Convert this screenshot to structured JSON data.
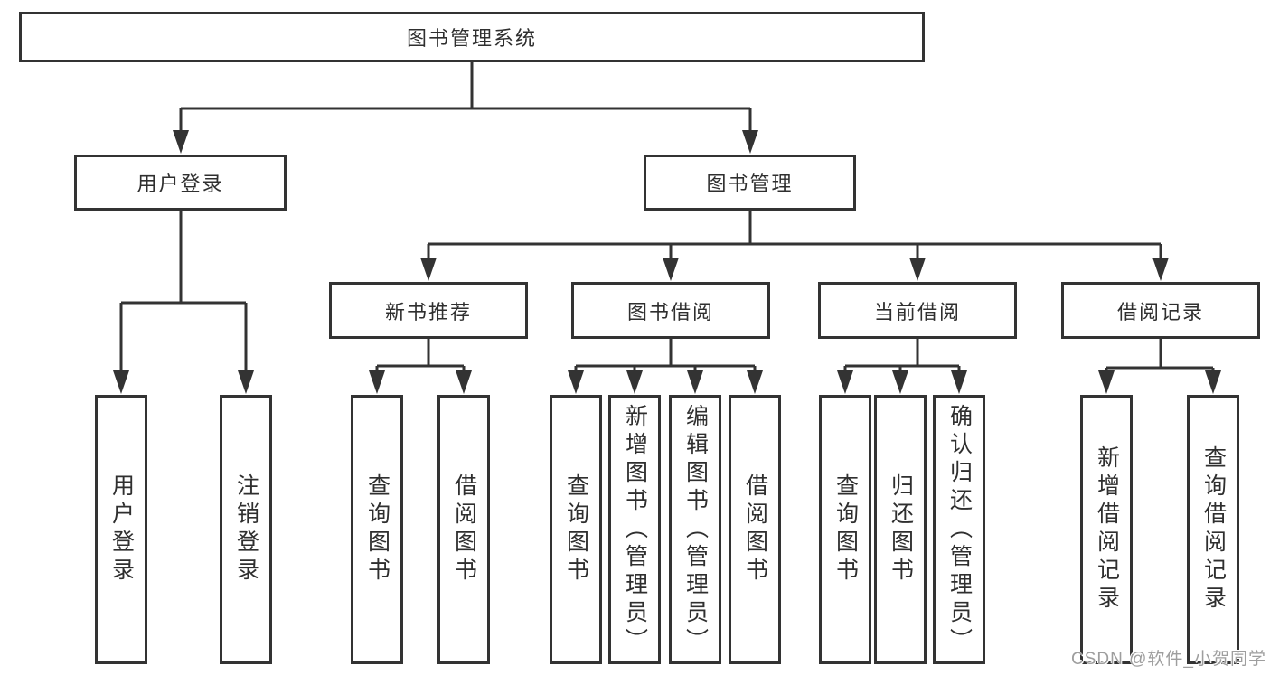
{
  "tree": {
    "label": "图书管理系统",
    "children": [
      {
        "label": "用户登录",
        "children": [
          {
            "label": "用户登录"
          },
          {
            "label": "注销登录"
          }
        ]
      },
      {
        "label": "图书管理",
        "children": [
          {
            "label": "新书推荐",
            "children": [
              {
                "label": "查询图书"
              },
              {
                "label": "借阅图书"
              }
            ]
          },
          {
            "label": "图书借阅",
            "children": [
              {
                "label": "查询图书"
              },
              {
                "label": "新增图书（管理员）"
              },
              {
                "label": "编辑图书（管理员）"
              },
              {
                "label": "借阅图书"
              }
            ]
          },
          {
            "label": "当前借阅",
            "children": [
              {
                "label": "查询图书"
              },
              {
                "label": "归还图书"
              },
              {
                "label": "确认归还（管理员）"
              }
            ]
          },
          {
            "label": "借阅记录",
            "children": [
              {
                "label": "新增借阅记录"
              },
              {
                "label": "查询借阅记录"
              }
            ]
          }
        ]
      }
    ]
  },
  "watermark": "CSDN @软件_小贺同学",
  "colors": {
    "line": "#333333",
    "box_border": "#333333",
    "box_fill": "#ffffff",
    "text": "#2f2f2f",
    "watermark_text": "#9e9e9e",
    "background": "#ffffff"
  }
}
